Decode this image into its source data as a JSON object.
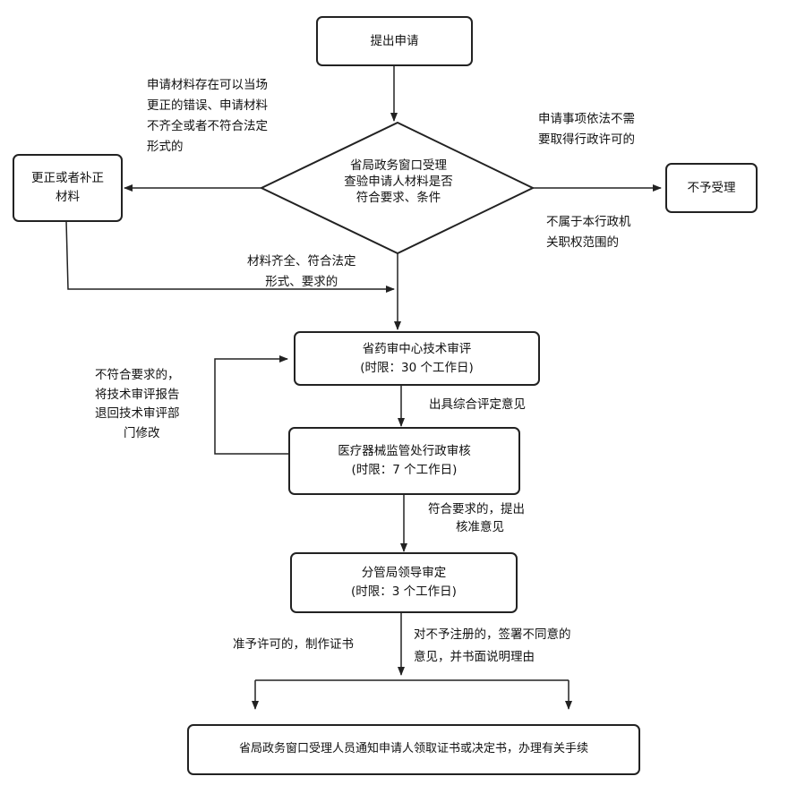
{
  "nodes": {
    "submit": "提出申请",
    "review": [
      "省局政务窗口受理",
      "查验申请人材料是否",
      "符合要求、条件"
    ],
    "correct": [
      "更正或者补正",
      "材料"
    ],
    "reject": "不予受理",
    "tech_review": [
      "省药审中心技术审评",
      "(时限：30 个工作日)"
    ],
    "admin_review": [
      "医疗器械监管处行政审核",
      "(时限：7 个工作日)"
    ],
    "leader_review": [
      "分管局领导审定",
      "(时限：3 个工作日)"
    ],
    "notify": "省局政务窗口受理人员通知申请人领取证书或决定书，办理有关手续"
  },
  "labels": {
    "correctable": [
      "申请材料存在可以当场",
      "更正的错误、申请材料",
      "不齐全或者不符合法定",
      "形式的"
    ],
    "no_permit": [
      "申请事项依法不需",
      "要取得行政许可的"
    ],
    "out_of_scope": [
      "不属于本行政机",
      "关职权范围的"
    ],
    "complete": [
      "材料齐全、符合法定",
      "形式、要求的"
    ],
    "return_to_tech": [
      "不符合要求的，",
      "将技术审评报告",
      "退回技术审评部",
      "门修改"
    ],
    "comprehensive": "出具综合评定意见",
    "approve_opinion": [
      "符合要求的，提出",
      "核准意见"
    ],
    "grant": "准予许可的，制作证书",
    "deny": [
      "对不予注册的，签署不同意的",
      "意见，并书面说明理由"
    ]
  }
}
